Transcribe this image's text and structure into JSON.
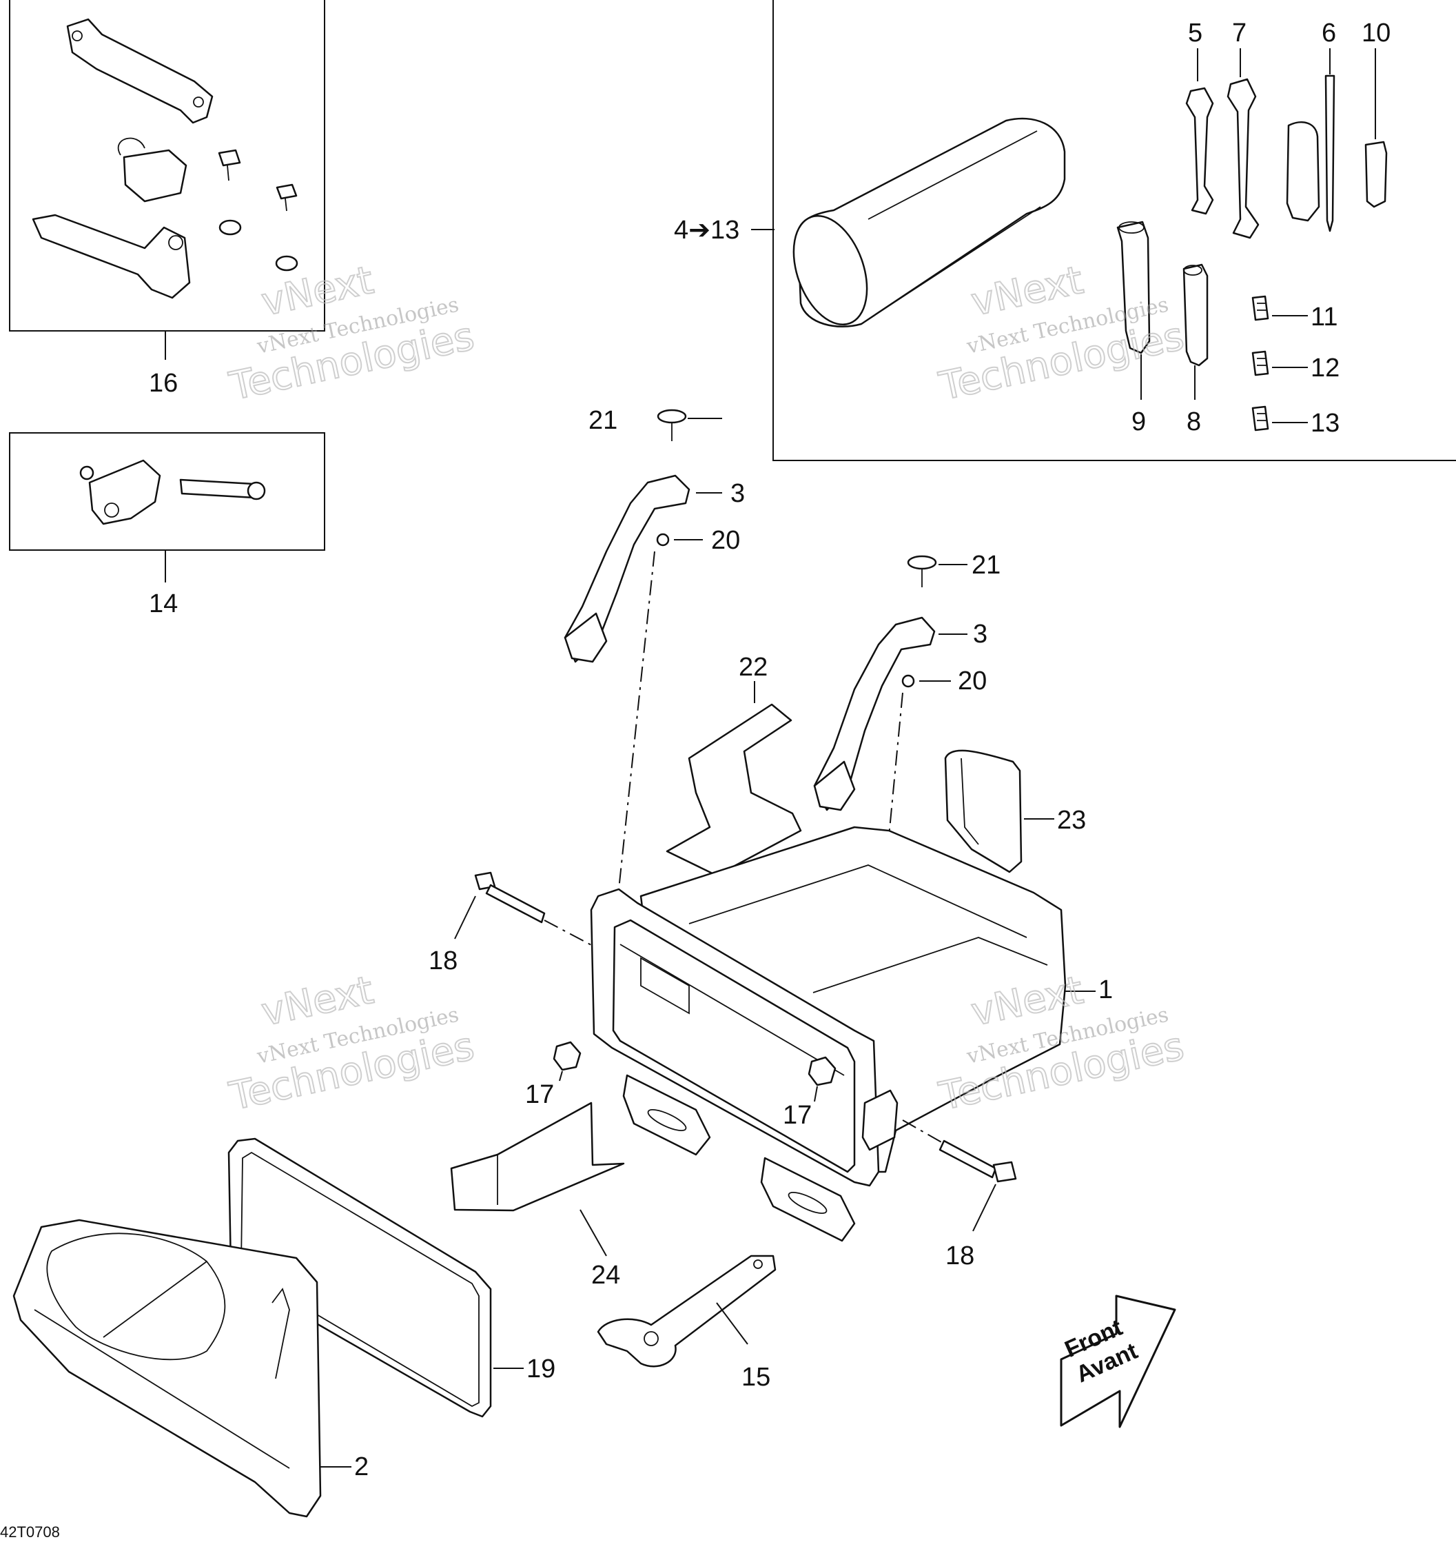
{
  "diagram_code": "42T0708",
  "watermarks": [
    {
      "line1": "vNext Technologies",
      "line2": "Technologies",
      "line3": "vNext"
    },
    {
      "line1": "vNext Technologies",
      "line2": "Technologies",
      "line3": "vNext"
    },
    {
      "line1": "vNext Technologies",
      "line2": "Technologies",
      "line3": "vNext"
    },
    {
      "line1": "vNext Technologies",
      "line2": "Technologies",
      "line3": "vNext"
    }
  ],
  "front_arrow": {
    "line1": "Front",
    "line2": "Avant"
  },
  "callouts": {
    "c1": "1",
    "c2": "2",
    "c3a": "3",
    "c3b": "3",
    "c4_13": "4➔13",
    "c5": "5",
    "c6": "6",
    "c7": "7",
    "c8": "8",
    "c9": "9",
    "c10": "10",
    "c11": "11",
    "c12": "12",
    "c13": "13",
    "c14": "14",
    "c15": "15",
    "c16": "16",
    "c17a": "17",
    "c17b": "17",
    "c18a": "18",
    "c18b": "18",
    "c19": "19",
    "c20a": "20",
    "c20b": "20",
    "c21a": "21",
    "c21b": "21",
    "c22": "22",
    "c23": "23",
    "c24": "24"
  }
}
